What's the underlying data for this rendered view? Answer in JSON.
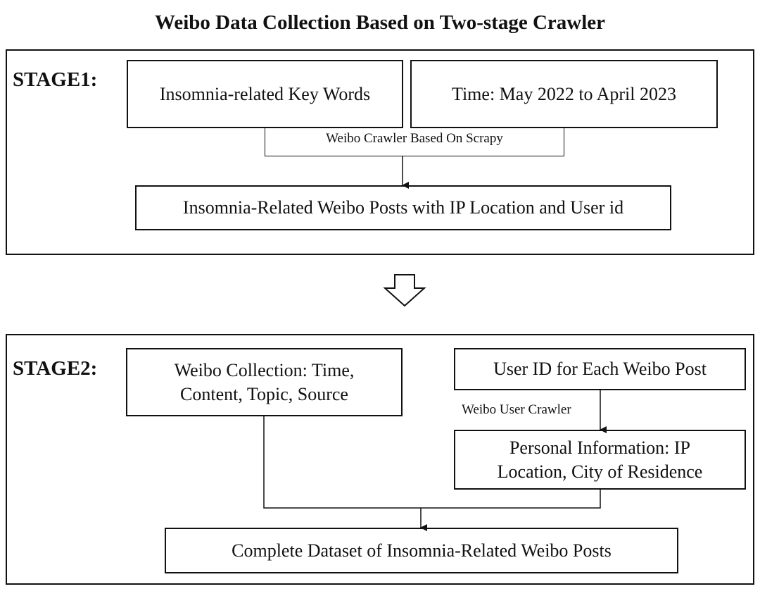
{
  "title": "Weibo Data Collection Based on Two-stage Crawler",
  "stage1": {
    "label": "STAGE1:",
    "keywords_box": "Insomnia-related Key Words",
    "time_box": "Time: May 2022 to April 2023",
    "crawler_label": "Weibo Crawler Based On Scrapy",
    "output_box": "Insomnia-Related Weibo Posts with IP Location and User id"
  },
  "stage2": {
    "label": "STAGE2:",
    "collection_box": "Weibo Collection: Time, Content, Topic, Source",
    "userid_box": "User ID for Each Weibo Post",
    "user_crawler_label": "Weibo User Crawler",
    "personal_info_box": "Personal Information: IP Location, City of Residence",
    "final_box": "Complete Dataset of Insomnia-Related Weibo Posts"
  }
}
